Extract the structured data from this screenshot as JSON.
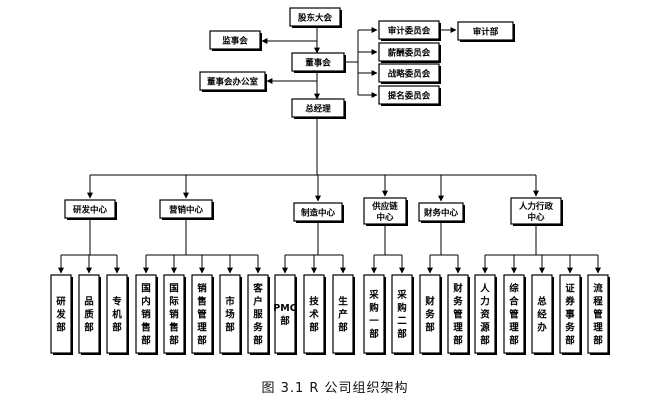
{
  "diagram": {
    "caption": "图 3.1 R 公司组织架构",
    "top": {
      "shareholders": "股东大会",
      "supervisory": "监事会",
      "board": "董事会",
      "board_office": "董事会办公室",
      "gm": "总经理"
    },
    "committees": [
      {
        "label": "审计委员会"
      },
      {
        "label": "薪酬委员会"
      },
      {
        "label": "战略委员会"
      },
      {
        "label": "提名委员会"
      }
    ],
    "audit_dept": "审计部",
    "centers": [
      {
        "label": "研发中心",
        "depts": [
          "研发部",
          "品质部",
          "专机部"
        ]
      },
      {
        "label": "营销中心",
        "depts": [
          "国内销售部",
          "国际销售部",
          "销售管理部",
          "市场部",
          "客户服务部"
        ]
      },
      {
        "label": "制造中心",
        "depts": [
          "PMC部",
          "技术部",
          "生产部"
        ]
      },
      {
        "label": "供应链中心",
        "depts": [
          "采购一部",
          "采购二部"
        ]
      },
      {
        "label": "财务中心",
        "depts": [
          "财务部",
          "财务管理部"
        ]
      },
      {
        "label": "人力行政中心",
        "depts": [
          "人力资源部",
          "综合管理部",
          "总经办",
          "证券事务部",
          "流程管理部"
        ]
      }
    ]
  }
}
